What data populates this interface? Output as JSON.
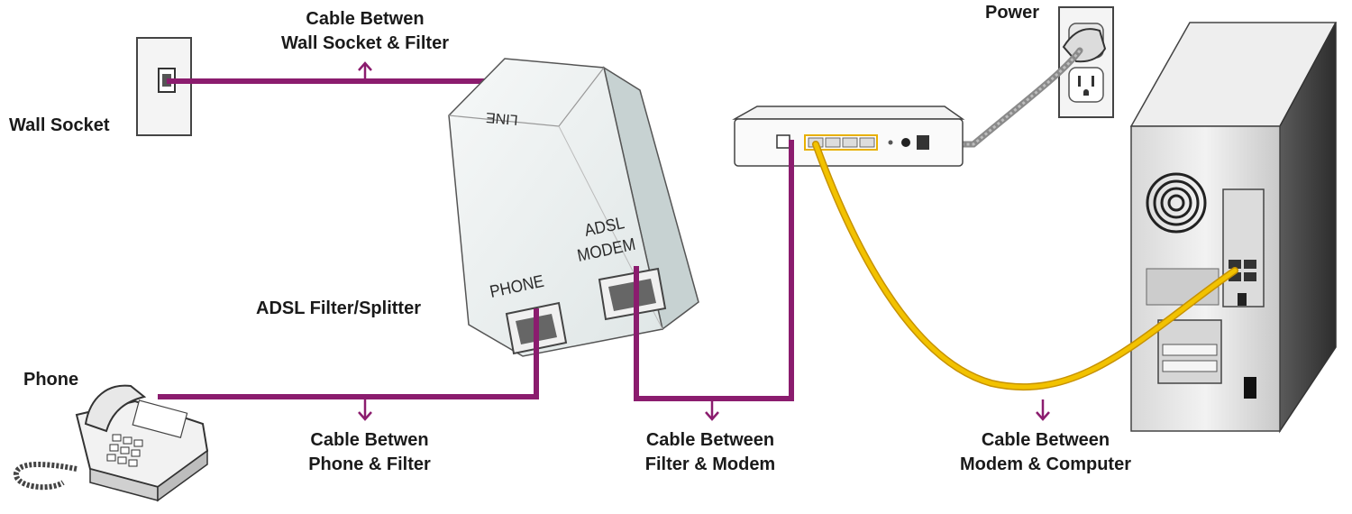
{
  "labels": {
    "wall_socket": "Wall Socket",
    "power": "Power",
    "phone": "Phone",
    "splitter": "ADSL Filter/Splitter",
    "cable_wall_filter": [
      "Cable Betwen",
      "Wall Socket & Filter"
    ],
    "cable_phone_filter": [
      "Cable Betwen",
      "Phone & Filter"
    ],
    "cable_filter_modem": [
      "Cable Between",
      "Filter & Modem"
    ],
    "cable_modem_computer": [
      "Cable Between",
      "Modem & Computer"
    ]
  },
  "splitter_ports": {
    "line": "LINE",
    "phone": "PHONE",
    "adsl_line1": "ADSL",
    "adsl_line2": "MODEM"
  },
  "colors": {
    "phone_cable": "#8b1c6e",
    "ethernet_cable": "#e8b000",
    "power_cable": "#8a8a8a",
    "text": "#1a1a1a"
  }
}
